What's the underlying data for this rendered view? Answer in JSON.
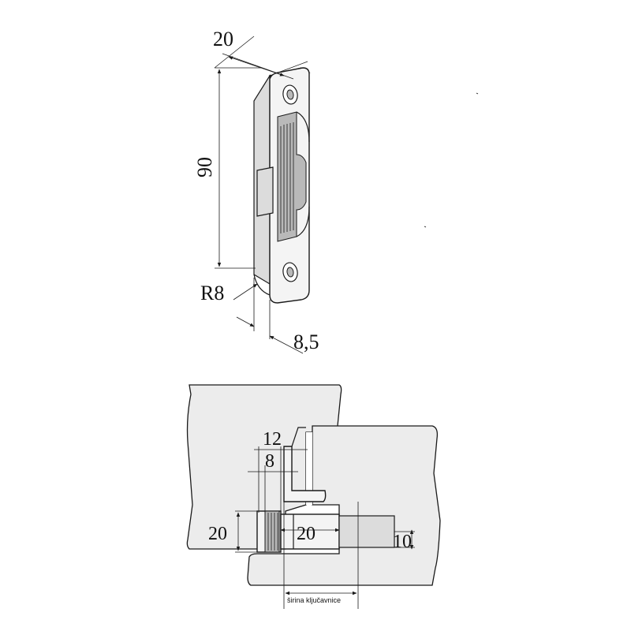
{
  "top_view": {
    "dim_width": "20",
    "dim_height": "90",
    "dim_radius": "R8",
    "dim_depth": "8,5"
  },
  "section_view": {
    "dim_12": "12",
    "dim_8": "8",
    "dim_20_left": "20",
    "dim_20_mid": "20",
    "dim_10": "10",
    "key_width_label": "širina ključavnice"
  }
}
